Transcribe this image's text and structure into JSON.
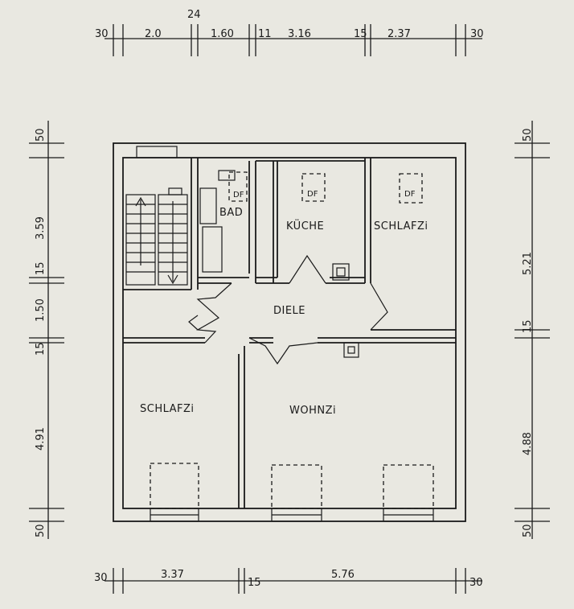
{
  "dimensions": {
    "top": {
      "ends": [
        "30",
        "30"
      ],
      "segments": [
        "2.0",
        "1.60",
        "3.16",
        "2.37"
      ],
      "walls": [
        "24",
        "11",
        "15"
      ]
    },
    "bottom": {
      "ends": [
        "30",
        "30"
      ],
      "segments": [
        "3.37",
        "5.76"
      ],
      "walls": [
        "15"
      ]
    },
    "left": {
      "ends": [
        "50",
        "50"
      ],
      "segments": [
        "3.59",
        "1.50",
        "4.91"
      ],
      "walls": [
        "15",
        "15"
      ]
    },
    "right": {
      "ends": [
        "50",
        "50"
      ],
      "segments": [
        "5.21",
        "4.88"
      ],
      "walls": [
        "15"
      ]
    }
  },
  "rooms": {
    "bad": "BAD",
    "kueche": "KÜCHE",
    "schlafzi_top": "SCHLAFZi",
    "diele": "DIELE",
    "schlafzi_bottom": "SCHLAFZi",
    "wohnzi": "WOHNZi"
  },
  "skylight_label": "DF"
}
